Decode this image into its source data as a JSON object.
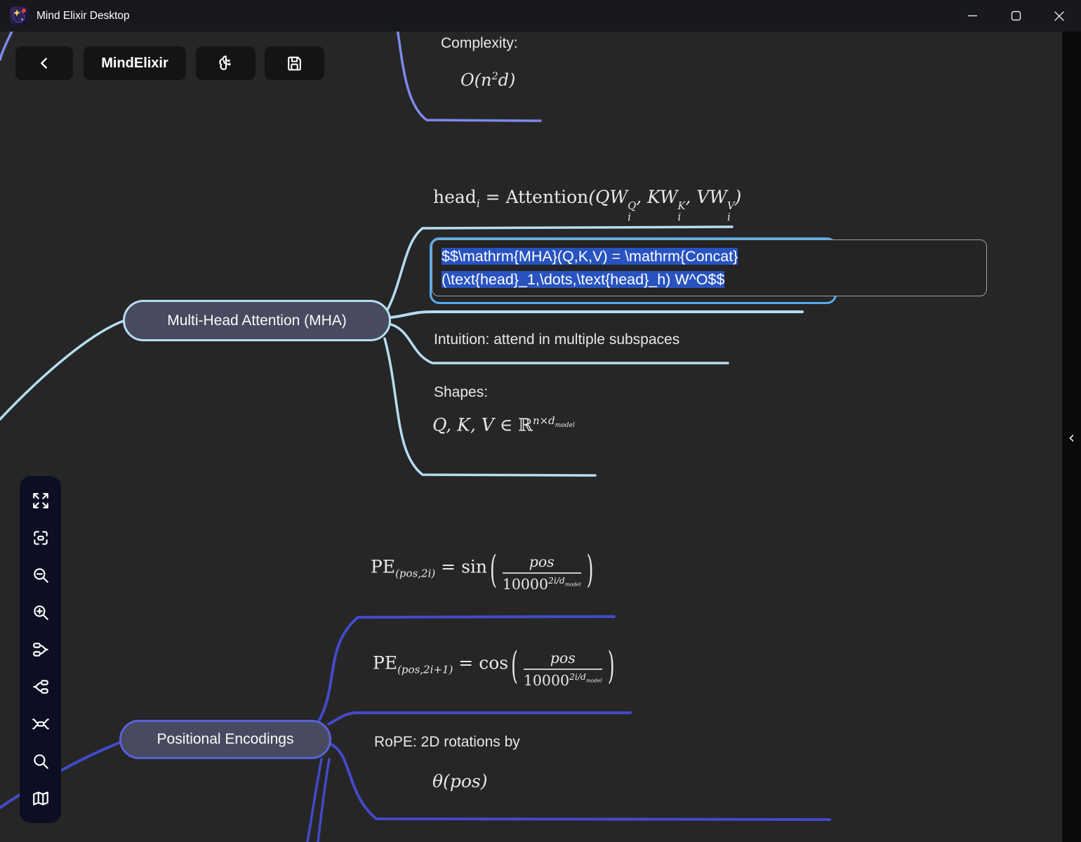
{
  "window": {
    "title": "Mind Elixir Desktop",
    "controls": [
      "minimize",
      "maximize",
      "close"
    ]
  },
  "toolbar": {
    "back_icon": "chevron-left-icon",
    "app_button_label": "MindElixir",
    "brain_icon": "brain-icon",
    "save_icon": "save-icon"
  },
  "tools_panel": {
    "icons": [
      "fullscreen-icon",
      "center-focus-icon",
      "zoom-out-icon",
      "zoom-in-icon",
      "layout-right-icon",
      "layout-left-icon",
      "layout-both-icon",
      "search-icon",
      "minimap-icon"
    ]
  },
  "right_panel": {
    "collapse_chevron": "‹"
  },
  "mindmap": {
    "nodes": {
      "mha": {
        "label": "Multi-Head Attention (MHA)"
      },
      "positional": {
        "label": "Positional Encodings"
      },
      "complexity": {
        "title": "Complexity:"
      },
      "intuition": {
        "label": "Intuition: attend in multiple subspaces"
      },
      "shapes": {
        "title": "Shapes:"
      },
      "rope": {
        "label": "RoPE: 2D rotations by"
      }
    },
    "editor": {
      "line1": "$$\\mathrm{MHA}(Q,K,V) = \\mathrm{Concat}",
      "line2": "(\\text{head}_1,\\dots,\\text{head}_h) W^O$$"
    },
    "math": {
      "complexity": [
        {
          "t": "O("
        },
        {
          "t": "n"
        },
        {
          "sup": "2"
        },
        {
          "t": "d"
        },
        {
          "t": ")"
        }
      ],
      "head": [
        {
          "up": "head"
        },
        {
          "sub": "i"
        },
        {
          "t": " = "
        },
        {
          "up": "Attention"
        },
        {
          "t": "("
        },
        {
          "t": "QW"
        },
        {
          "supsub": [
            "Q",
            "i"
          ]
        },
        {
          "t": ", KW"
        },
        {
          "supsub": [
            "K",
            "i"
          ]
        },
        {
          "t": ", VW"
        },
        {
          "supsub": [
            "V",
            "i"
          ]
        },
        {
          "t": ")"
        }
      ],
      "shapes": [
        {
          "t": "Q, K, V "
        },
        {
          "t": "∈ "
        },
        {
          "up": "ℝ"
        },
        {
          "sup": [
            {
              "t": "n×d"
            },
            {
              "sub": "model"
            }
          ]
        }
      ],
      "pe_sin": [
        {
          "up": "PE"
        },
        {
          "sub": "(pos,2i)"
        },
        {
          "t": " = "
        },
        {
          "up": "sin"
        },
        {
          "big": "("
        },
        {
          "frac": {
            "num": [
              {
                "t": "pos"
              }
            ],
            "den": [
              {
                "up": "10000"
              },
              {
                "sup": [
                  {
                    "t": "2i/d"
                  },
                  {
                    "sub": "model"
                  }
                ]
              }
            ]
          }
        },
        {
          "big": ")"
        }
      ],
      "pe_cos": [
        {
          "up": "PE"
        },
        {
          "sub": "(pos,2i+1)"
        },
        {
          "t": " = "
        },
        {
          "up": "cos"
        },
        {
          "big": "("
        },
        {
          "frac": {
            "num": [
              {
                "t": "pos"
              }
            ],
            "den": [
              {
                "up": "10000"
              },
              {
                "sup": [
                  {
                    "t": "2i/d"
                  },
                  {
                    "sub": "model"
                  }
                ]
              }
            ]
          }
        },
        {
          "big": ")"
        }
      ],
      "rope": [
        {
          "t": "θ("
        },
        {
          "t": "pos"
        },
        {
          "t": ")"
        }
      ]
    }
  },
  "colors": {
    "canvas_bg": "#262627",
    "branch_light_blue": "#b5ddf0",
    "branch_periwinkle": "#7e89ea",
    "branch_indigo": "#434ac8",
    "node_fill": "#484b60",
    "node_border_light": "#b5ddf0",
    "node_border_indigo": "#5a61d8",
    "selection_outline": "#57adee",
    "text_selection": "#2853c0"
  }
}
